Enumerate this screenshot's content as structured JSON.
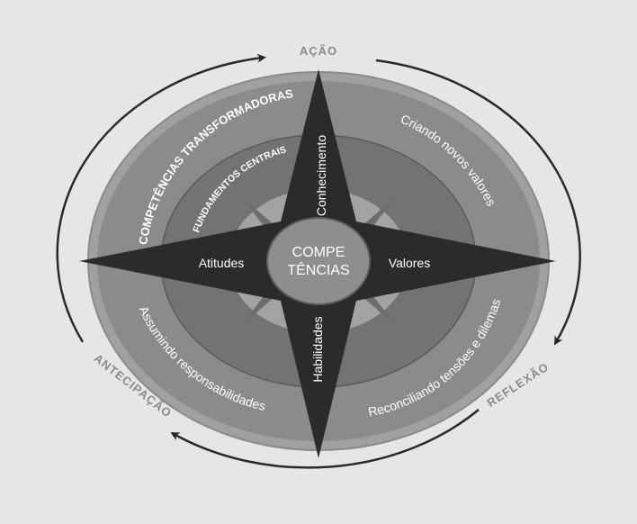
{
  "cycle": {
    "top": "AÇÃO",
    "right": "REFLEXÃO",
    "left": "ANTECIPAÇÃO"
  },
  "rings": {
    "outer": "COMPETÊNCIAS TRANSFORMADORAS",
    "inner": "FUNDAMENTOS CENTRAIS"
  },
  "center": {
    "line1": "COMPE",
    "line2": "TÊNCIAS"
  },
  "points": {
    "north": "Conhecimento",
    "east": "Valores",
    "south": "Habilidades",
    "west": "Atitudes"
  },
  "competencies": {
    "creating": "Criando novos valores",
    "reconciling": "Reconciliando tensões e dilemas",
    "responsibility": "Assumindo responsabilidades"
  },
  "colors": {
    "background": "#e6e6e6",
    "ring_outer": "#9a9a9a",
    "ring_mid": "#7a7a7a",
    "ring_inner": "#656565",
    "star": "#2d2d2d",
    "center": "#8e8e8e",
    "label": "#ffffff",
    "cycle_label": "#8a8a8a"
  }
}
